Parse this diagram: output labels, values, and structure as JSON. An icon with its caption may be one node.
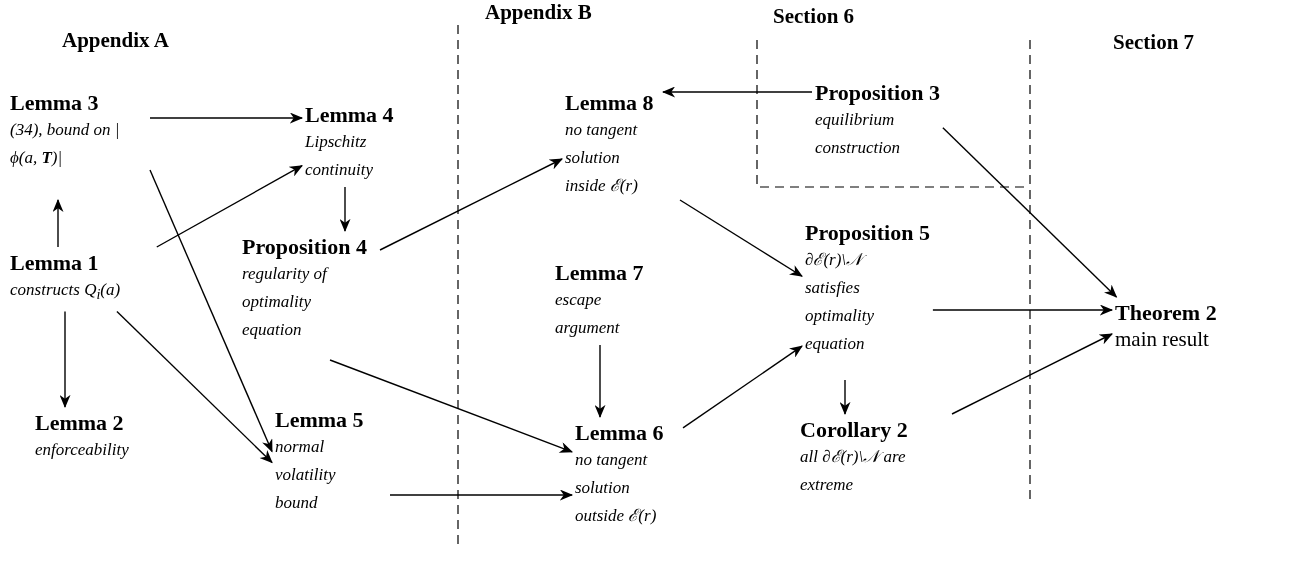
{
  "diagram": {
    "nodes": [
      {
        "text": [
          "Lemma 3",
          "(34), bound on |ϕ(a, **T**)|"
        ]
      },
      {
        "text": [
          "Lemma 1",
          "constructs Q$_{i}$(a)"
        ]
      },
      {
        "text": [
          "Lemma 2",
          "enforceability"
        ]
      },
      {
        "text": [
          "Lemma 4",
          "Lipschitz continuity"
        ]
      },
      {
        "text": [
          "Proposition 4",
          "regularity of optimality equation"
        ]
      },
      {
        "text": [
          "Lemma 5",
          "normal volatility bound"
        ]
      },
      {
        "text": [
          "Lemma 8",
          "no tangent solution inside ℰ(r)"
        ]
      },
      {
        "text": [
          "Lemma 7",
          "escape argument"
        ]
      },
      {
        "text": [
          "Lemma 6",
          "no tangent solution outside ℰ(r)"
        ]
      },
      {
        "text": [
          "Proposition 3",
          "equilibrium construction"
        ]
      },
      {
        "text": [
          "Proposition 5",
          "∂ℰ(r)\\𝒩 satisfies optimality equation"
        ]
      },
      {
        "text": [
          "Corollary 2",
          "all ∂ℰ(r)\\𝒩 are extreme"
        ]
      },
      {
        "text": [
          "Theorem 2",
          "main result"
        ]
      }
    ],
    "edges": [
      {
        "from": 0,
        "to": 3,
        "arrow": "to"
      },
      {
        "from": 1,
        "to": 0,
        "arrow": "to"
      },
      {
        "from": 1,
        "to": 3,
        "arrow": "to"
      },
      {
        "from": 0,
        "to": 5,
        "arrow": "to"
      },
      {
        "from": 1,
        "to": 2,
        "arrow": "to"
      },
      {
        "from": 1,
        "to": 5,
        "arrow": "to"
      },
      {
        "from": 3,
        "to": 4,
        "arrow": "to"
      },
      {
        "from": 4,
        "to": 6,
        "arrow": "to"
      },
      {
        "from": 4,
        "to": 8,
        "arrow": "to"
      },
      {
        "from": 5,
        "to": 8,
        "arrow": "to"
      },
      {
        "from": 9,
        "to": 6,
        "arrow": "to"
      },
      {
        "from": 9,
        "to": 12,
        "arrow": "to"
      },
      {
        "from": 6,
        "to": 10,
        "arrow": "to"
      },
      {
        "from": 7,
        "to": 8,
        "arrow": "to"
      },
      {
        "from": 8,
        "to": 10,
        "arrow": "to"
      },
      {
        "from": 10,
        "to": 12,
        "arrow": "to"
      },
      {
        "from": 10,
        "to": 11,
        "arrow": "to"
      },
      {
        "from": 11,
        "to": 12,
        "arrow": "to"
      }
    ],
    "labels": [
      "Appendix A",
      "Appendix B",
      "Section 6",
      "Section 7"
    ]
  }
}
